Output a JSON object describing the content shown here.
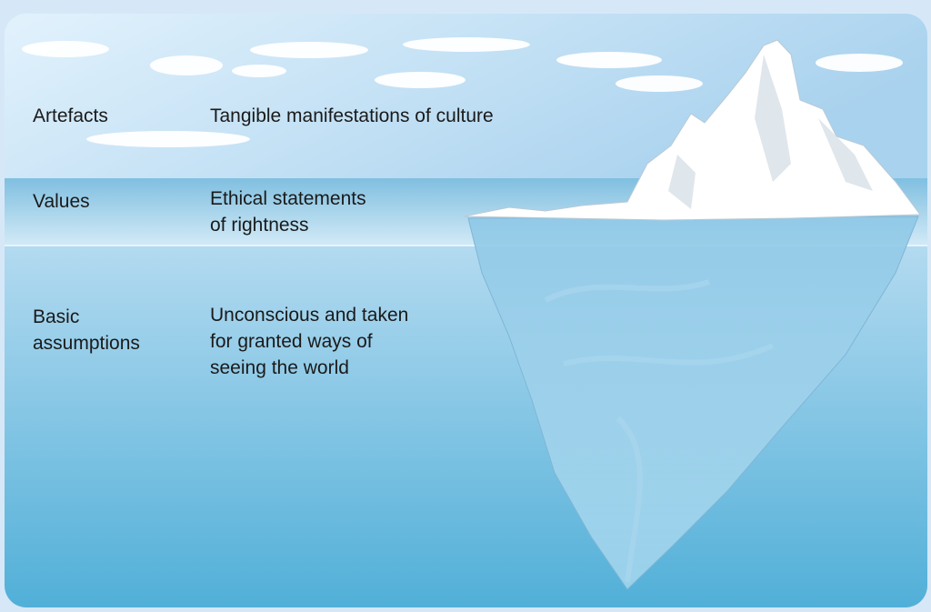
{
  "title": "Iceberg model of organisational culture",
  "levels": [
    {
      "name": "Artefacts",
      "description": "Tangible manifestations of culture"
    },
    {
      "name": "Values",
      "description": "Ethical statements\nof rightness"
    },
    {
      "name": "Basic\nassumptions",
      "description": "Unconscious and taken\nfor granted ways of\nseeing the world"
    }
  ],
  "colors": {
    "sky": "#c6e0f3",
    "values_band": "#8cc3e0",
    "water_top": "#a9d3ec",
    "water_bottom": "#4fb0d8",
    "ice": "#ffffff",
    "ice_shadow": "#dde6ee"
  }
}
